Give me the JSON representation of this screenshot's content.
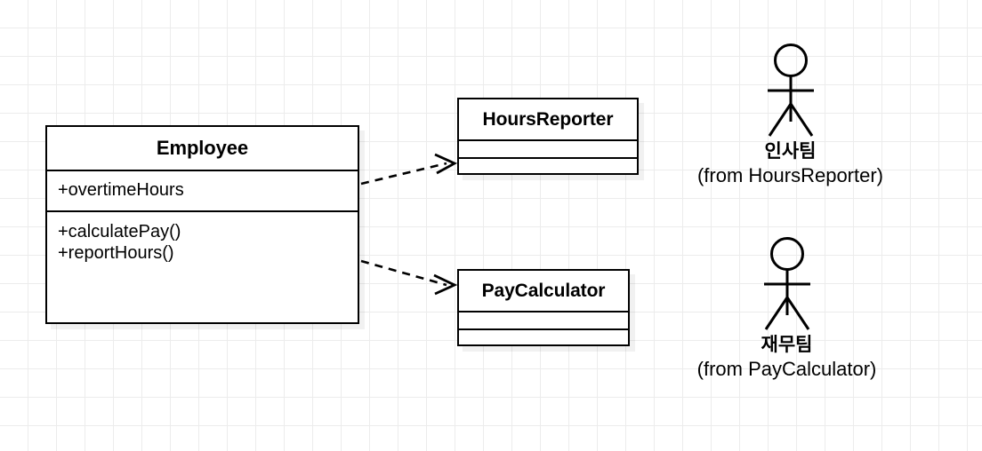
{
  "diagram": {
    "type": "uml-class-diagram",
    "background": "#ffffff",
    "grid_color": "#ececec",
    "line_color": "#000000"
  },
  "classes": [
    {
      "id": "employee",
      "name": "Employee",
      "attributes": [
        "+overtimeHours"
      ],
      "operations": [
        "+calculatePay()",
        "+reportHours()"
      ]
    },
    {
      "id": "hoursreporter",
      "name": "HoursReporter",
      "attributes": [],
      "operations": []
    },
    {
      "id": "paycalculator",
      "name": "PayCalculator",
      "attributes": [],
      "operations": []
    }
  ],
  "relations": [
    {
      "id": "employee-to-hoursreporter",
      "kind": "dependency",
      "style": "dashed",
      "arrowhead": "open",
      "source": "Employee",
      "target": "HoursReporter"
    },
    {
      "id": "employee-to-paycalculator",
      "kind": "dependency",
      "style": "dashed",
      "arrowhead": "open",
      "source": "Employee",
      "target": "PayCalculator"
    }
  ],
  "actors": [
    {
      "id": "hr-team",
      "name": "인사팀",
      "from": "(from HoursReporter)"
    },
    {
      "id": "finance-team",
      "name": "재무팀",
      "from": "(from PayCalculator)"
    }
  ]
}
